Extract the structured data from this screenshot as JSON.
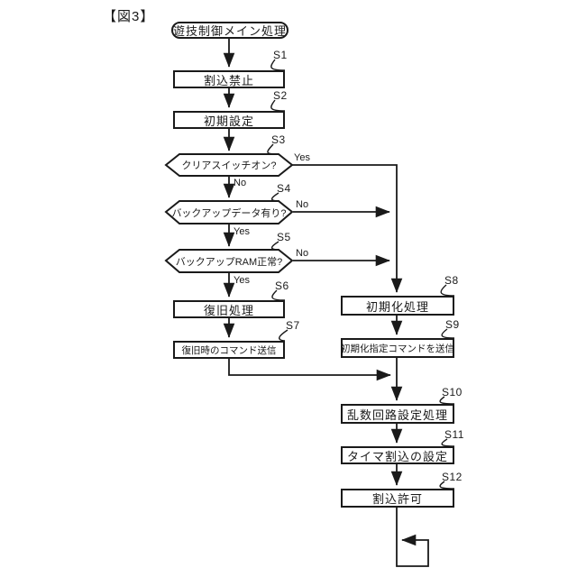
{
  "figure": {
    "label": "【図3】",
    "start": "遊技制御メイン処理"
  },
  "steps": [
    {
      "id": "S1",
      "label": "割込禁止",
      "type": "process"
    },
    {
      "id": "S2",
      "label": "初期設定",
      "type": "process"
    },
    {
      "id": "S3",
      "label": "クリアスイッチオン?",
      "type": "decision",
      "yes": "Yes",
      "no": "No"
    },
    {
      "id": "S4",
      "label": "バックアップデータ有り?",
      "type": "decision",
      "yes": "Yes",
      "no": "No"
    },
    {
      "id": "S5",
      "label": "バックアップRAM正常?",
      "type": "decision",
      "yes": "Yes",
      "no": "No"
    },
    {
      "id": "S6",
      "label": "復旧処理",
      "type": "process"
    },
    {
      "id": "S7",
      "label": "復旧時のコマンド送信",
      "type": "process"
    },
    {
      "id": "S8",
      "label": "初期化処理",
      "type": "process"
    },
    {
      "id": "S9",
      "label": "初期化指定コマンドを送信",
      "type": "process"
    },
    {
      "id": "S10",
      "label": "乱数回路設定処理",
      "type": "process"
    },
    {
      "id": "S11",
      "label": "タイマ割込の設定",
      "type": "process"
    },
    {
      "id": "S12",
      "label": "割込許可",
      "type": "process"
    }
  ],
  "colors": {
    "line": "#1a1a1a",
    "background": "#ffffff"
  }
}
